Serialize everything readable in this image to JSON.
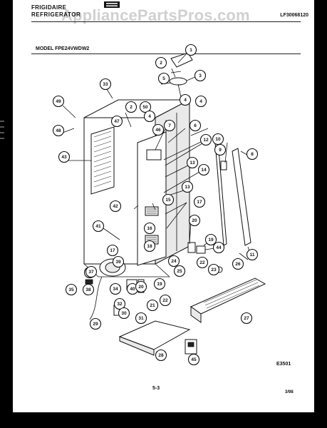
{
  "header": {
    "brand_line": "FRIGIDAIRE",
    "product_line": "REFRIGERATOR",
    "doc_code": "LF30068120",
    "model_line": "MODEL FPE24VWDW2"
  },
  "watermark": {
    "text": "AppliancePartsPros.com"
  },
  "footer": {
    "figure_code": "E3501",
    "page_number": "5-3",
    "date_code": "3/98"
  },
  "callouts": [
    {
      "label": "1"
    },
    {
      "label": "2"
    },
    {
      "label": "3"
    },
    {
      "label": "4"
    },
    {
      "label": "5"
    },
    {
      "label": "4"
    },
    {
      "label": "33"
    },
    {
      "label": "49"
    },
    {
      "label": "48"
    },
    {
      "label": "2"
    },
    {
      "label": "50"
    },
    {
      "label": "47"
    },
    {
      "label": "4"
    },
    {
      "label": "46"
    },
    {
      "label": "7"
    },
    {
      "label": "6"
    },
    {
      "label": "10"
    },
    {
      "label": "9"
    },
    {
      "label": "8"
    },
    {
      "label": "43"
    },
    {
      "label": "12"
    },
    {
      "label": "13"
    },
    {
      "label": "14"
    },
    {
      "label": "13"
    },
    {
      "label": "42"
    },
    {
      "label": "15"
    },
    {
      "label": "17"
    },
    {
      "label": "16"
    },
    {
      "label": "20"
    },
    {
      "label": "18"
    },
    {
      "label": "41"
    },
    {
      "label": "19"
    },
    {
      "label": "44"
    },
    {
      "label": "11"
    },
    {
      "label": "17"
    },
    {
      "label": "39"
    },
    {
      "label": "24"
    },
    {
      "label": "22"
    },
    {
      "label": "23"
    },
    {
      "label": "26"
    },
    {
      "label": "25"
    },
    {
      "label": "36"
    },
    {
      "label": "37"
    },
    {
      "label": "38"
    },
    {
      "label": "35"
    },
    {
      "label": "34"
    },
    {
      "label": "40"
    },
    {
      "label": "20"
    },
    {
      "label": "19"
    },
    {
      "label": "22"
    },
    {
      "label": "32"
    },
    {
      "label": "21"
    },
    {
      "label": "30"
    },
    {
      "label": "31"
    },
    {
      "label": "29"
    },
    {
      "label": "27"
    },
    {
      "label": "28"
    },
    {
      "label": "45"
    }
  ]
}
